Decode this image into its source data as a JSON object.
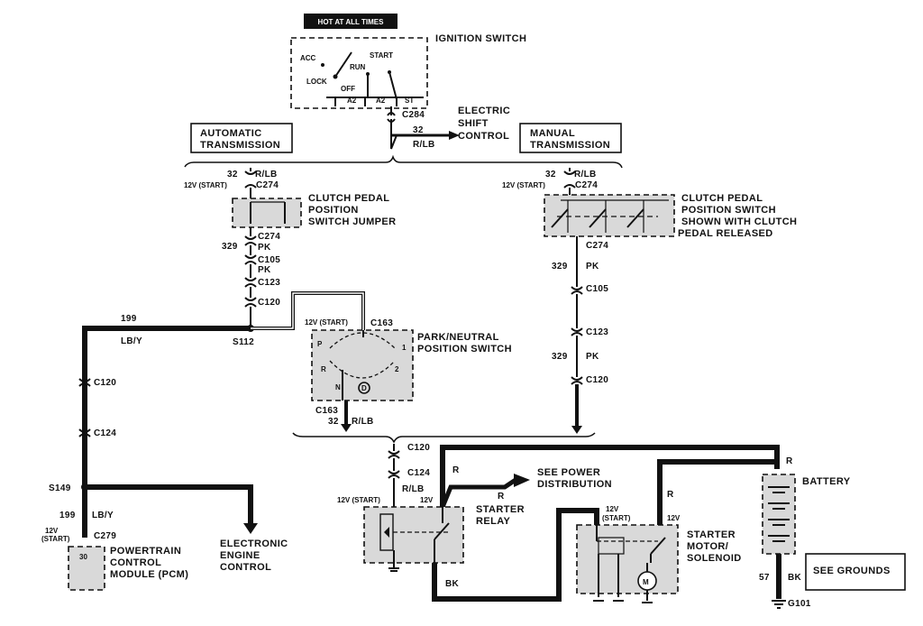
{
  "labels": {
    "hot_at_all_times": "HOT AT ALL TIMES",
    "ignition_switch": "IGNITION SWITCH",
    "acc": "ACC",
    "lock": "LOCK",
    "run": "RUN",
    "start": "START",
    "off": "OFF",
    "a2_left": "A2",
    "a2_right": "A2",
    "st": "ST",
    "c284": "C284",
    "w32_shift": "32",
    "rlb_shift": "R/LB",
    "electric_shift_1": "ELECTRIC",
    "electric_shift_2": "SHIFT",
    "electric_shift_3": "CONTROL",
    "auto_trans_1": "AUTOMATIC",
    "auto_trans_2": "TRANSMISSION",
    "manual_trans_1": "MANUAL",
    "manual_trans_2": "TRANSMISSION",
    "l_w32": "32",
    "l_rlb": "R/LB",
    "l_12v_start": "12V (START)",
    "l_c274_top": "C274",
    "jumper_1": "CLUTCH  PEDAL",
    "jumper_2": "POSITION",
    "jumper_3": "SWITCH JUMPER",
    "l_c274_bot": "C274",
    "l_w329": "329",
    "l_pk1": "PK",
    "l_c105": "C105",
    "l_pk2": "PK",
    "l_c123": "C123",
    "l_c120": "C120",
    "w199": "199",
    "lby": "LB/Y",
    "s112": "S112",
    "pn_12v": "12V (START)",
    "c163_top": "C163",
    "pn_1": "PARK/NEUTRAL",
    "pn_2": "POSITION SWITCH",
    "pn_p": "P",
    "pn_r": "R",
    "pn_n": "N",
    "pn_d": "D",
    "pn_1n": "1",
    "pn_2n": "2",
    "c163_bot": "C163",
    "pn_w32": "32",
    "pn_rlb": "R/LB",
    "left_c120": "C120",
    "left_c124": "C124",
    "s149": "S149",
    "w199_2": "199",
    "lby_2": "LB/Y",
    "pcm_12v_1": "12V",
    "pcm_12v_2": "(START)",
    "c279": "C279",
    "pcm_30": "30",
    "pcm_1": "POWERTRAIN",
    "pcm_2": "CONTROL",
    "pcm_3": "MODULE (PCM)",
    "eec_1": "ELECTRONIC",
    "eec_2": "ENGINE",
    "eec_3": "CONTROL",
    "r_w32": "32",
    "r_rlb": "R/LB",
    "r_12v_start": "12V (START)",
    "r_c274": "C274",
    "mc_1": "CLUTCH PEDAL",
    "mc_2": "POSITION SWITCH",
    "mc_3": "SHOWN WITH CLUTCH",
    "mc_4": "PEDAL RELEASED",
    "r_c274_b": "C274",
    "r_w329_1": "329",
    "r_pk_1": "PK",
    "r_c105": "C105",
    "r_c123": "C123",
    "r_w329_2": "329",
    "r_pk_2": "PK",
    "r_c120": "C120",
    "sr_c120": "C120",
    "sr_c124": "C124",
    "sr_rlb": "R/LB",
    "sr_12v_start": "12V (START)",
    "sr_12v": "12V",
    "sr_r": "R",
    "see_power_1": "SEE POWER",
    "see_power_2": "DISTRIBUTION",
    "sr_r2": "R",
    "relay_1": "STARTER",
    "relay_2": "RELAY",
    "bk_relay": "BK",
    "sm_12v_1": "12V",
    "sm_12v_2": "(START)",
    "sm_12v_3": "12V",
    "sm_r": "R",
    "sm_1": "STARTER",
    "sm_2": "MOTOR/",
    "sm_3": "SOLENOID",
    "motor_m": "M",
    "bat_r": "R",
    "battery": "BATTERY",
    "w57": "57",
    "bk_bat": "BK",
    "see_grounds": "SEE GROUNDS",
    "g101": "G101"
  }
}
